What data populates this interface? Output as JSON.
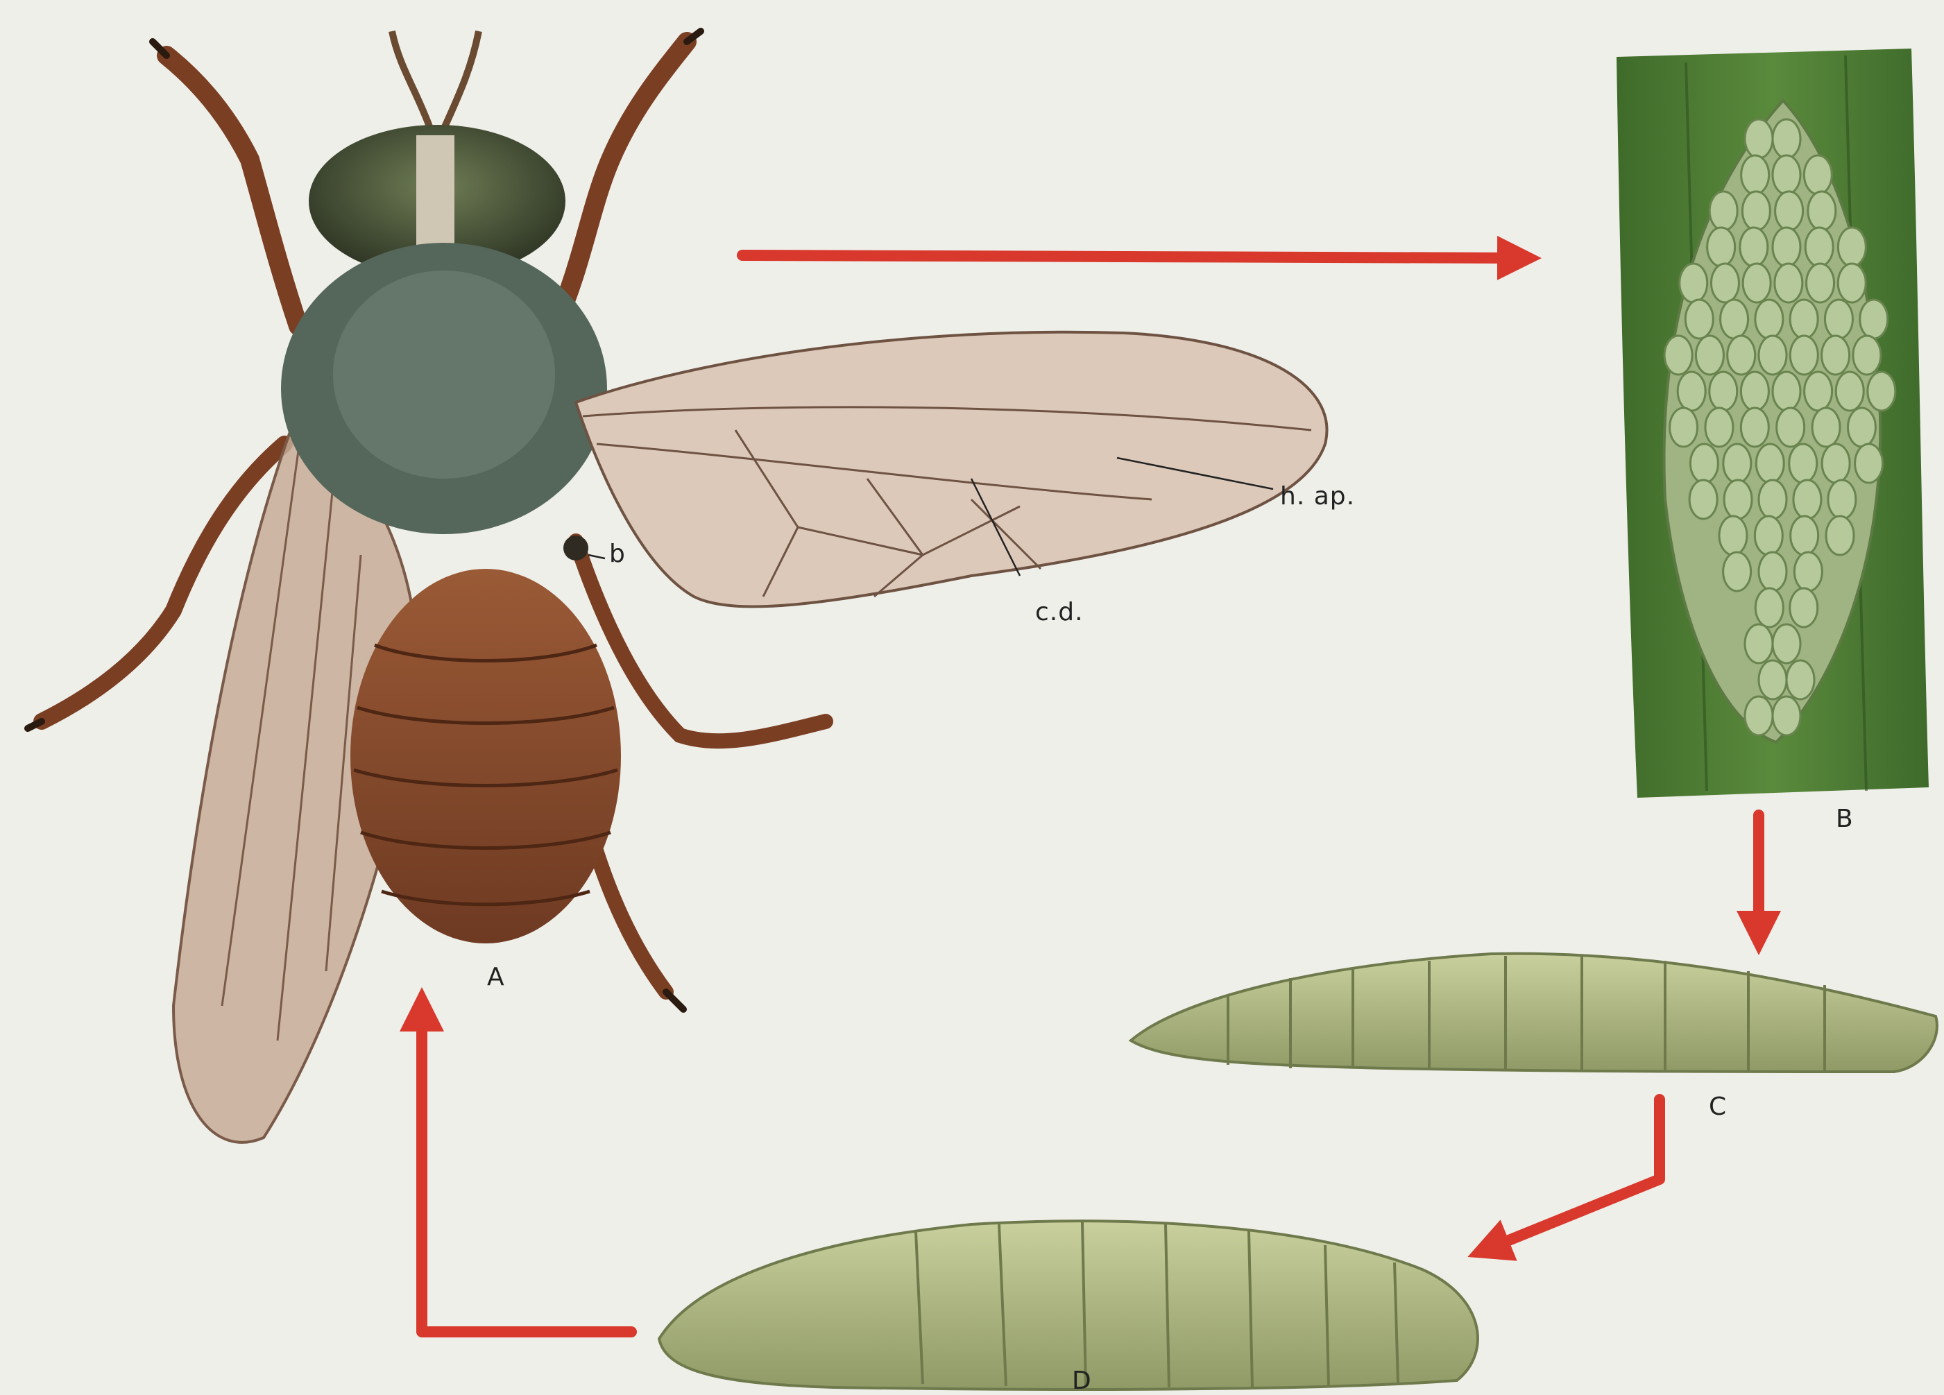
{
  "figure": {
    "stages": [
      {
        "id": "A",
        "label": "A",
        "subject": "adult-fly"
      },
      {
        "id": "B",
        "label": "B",
        "subject": "egg-mass-on-leaf"
      },
      {
        "id": "C",
        "label": "C",
        "subject": "larva"
      },
      {
        "id": "D",
        "label": "D",
        "subject": "pupa"
      }
    ],
    "annotations": {
      "b": "b",
      "h_ap": "h. ap.",
      "c_d": "c.d."
    },
    "colors": {
      "arrow": "#d9382c",
      "leaf": "#4e7a34",
      "egg": "#a3ba86",
      "larva": "#b6c08a",
      "body_brown": "#8a4a2a",
      "thorax": "#55665a",
      "wing": "#d8c6b8",
      "background": "#efefea"
    }
  }
}
